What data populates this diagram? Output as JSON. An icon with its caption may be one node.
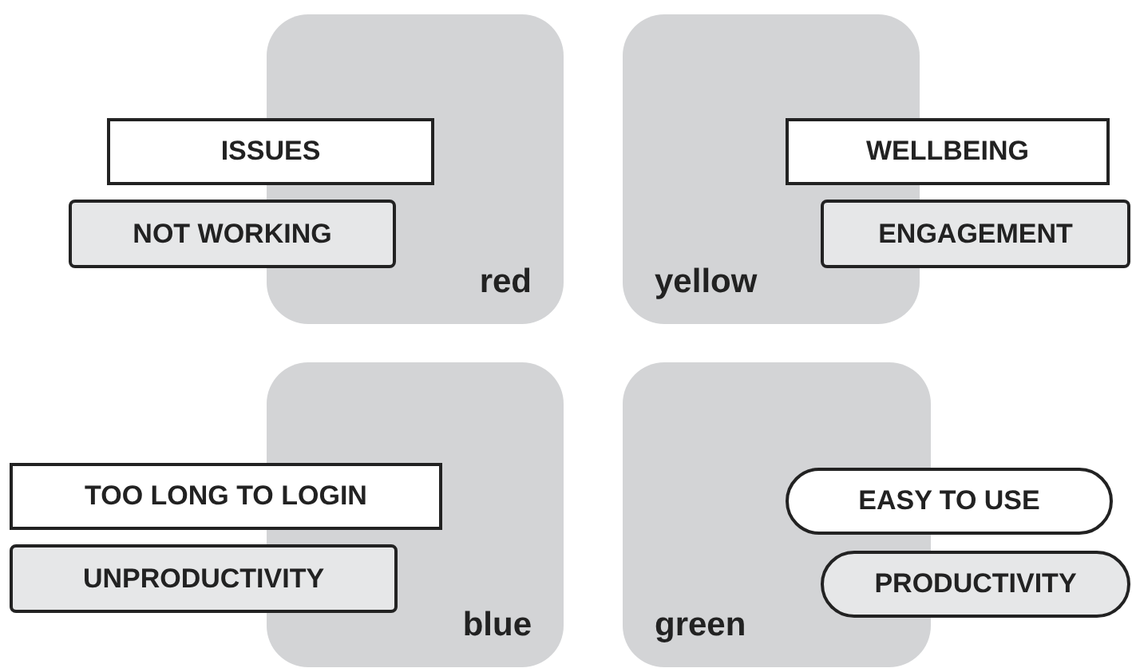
{
  "diagram": {
    "nodes": [
      {
        "text": [
          "red"
        ]
      },
      {
        "text": [
          "ISSUES"
        ]
      },
      {
        "text": [
          "NOT WORKING"
        ]
      },
      {
        "text": [
          "yellow"
        ]
      },
      {
        "text": [
          "WELLBEING"
        ]
      },
      {
        "text": [
          "ENGAGEMENT"
        ]
      },
      {
        "text": [
          "blue"
        ]
      },
      {
        "text": [
          "TOO LONG TO LOGIN"
        ]
      },
      {
        "text": [
          "UNPRODUCTIVITY"
        ]
      },
      {
        "text": [
          "green"
        ]
      },
      {
        "text": [
          "EASY TO USE"
        ]
      },
      {
        "text": [
          "PRODUCTIVITY"
        ]
      }
    ]
  }
}
